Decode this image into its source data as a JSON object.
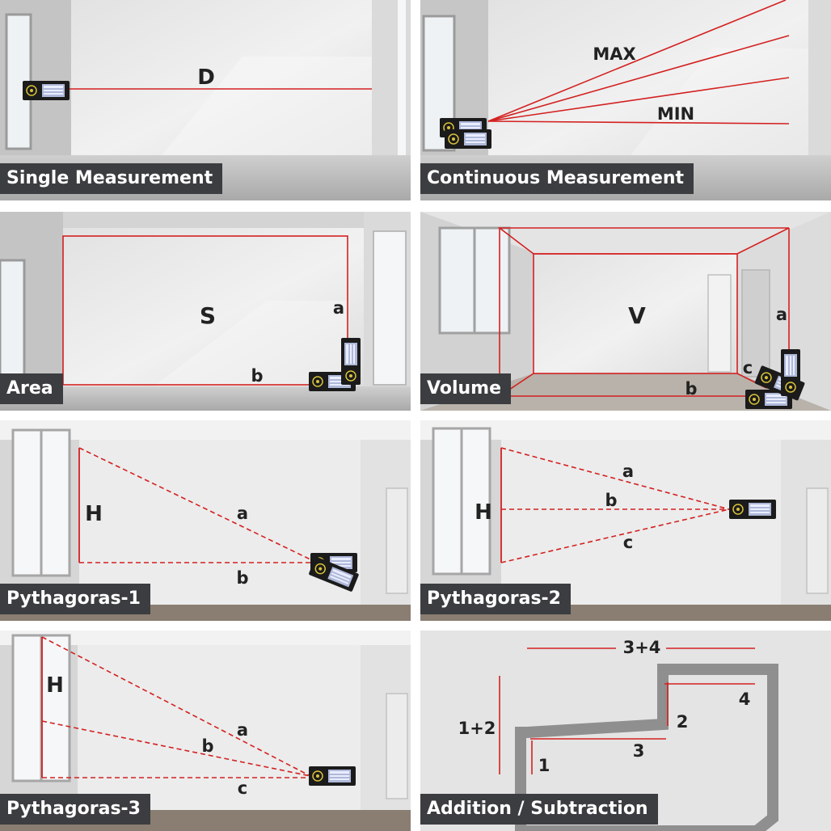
{
  "panels": [
    {
      "caption": "Single Measurement",
      "labels": {
        "d": "D"
      }
    },
    {
      "caption": "Continuous Measurement",
      "labels": {
        "max": "MAX",
        "min": "MIN"
      }
    },
    {
      "caption": "Area",
      "labels": {
        "s": "S",
        "a": "a",
        "b": "b"
      }
    },
    {
      "caption": "Volume",
      "labels": {
        "v": "V",
        "a": "a",
        "b": "b",
        "c": "c"
      }
    },
    {
      "caption": "Pythagoras-1",
      "labels": {
        "h": "H",
        "a": "a",
        "b": "b"
      }
    },
    {
      "caption": "Pythagoras-2",
      "labels": {
        "h": "H",
        "a": "a",
        "b": "b",
        "c": "c"
      }
    },
    {
      "caption": "Pythagoras-3",
      "labels": {
        "h": "H",
        "a": "a",
        "b": "b",
        "c": "c"
      }
    },
    {
      "caption": "Addition / Subtraction",
      "labels": {
        "sum34": "3+4",
        "sum12": "1+2",
        "n1": "1",
        "n2": "2",
        "n3": "3",
        "n4": "4"
      }
    }
  ],
  "colors": {
    "laser": "#d42020",
    "caption_bg": "#3b3d40",
    "caption_text": "#ffffff",
    "wall": "#e9e9e9"
  },
  "icons": [
    "laser-distance-meter-icon",
    "window-icon",
    "door-icon"
  ]
}
